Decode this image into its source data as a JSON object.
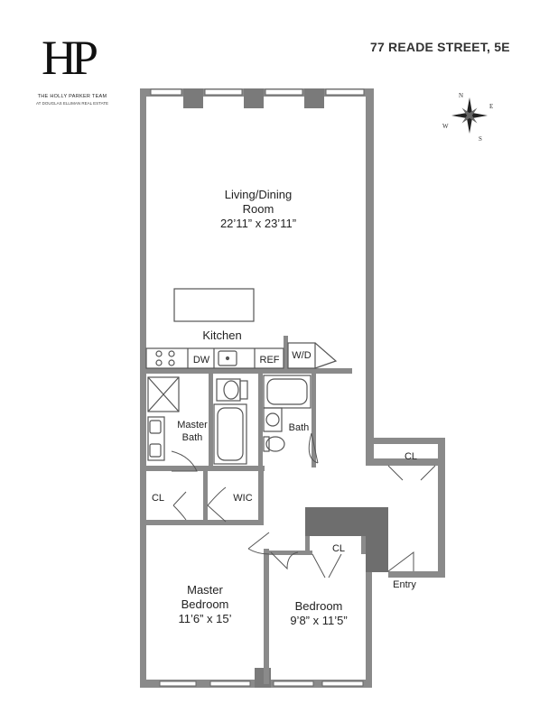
{
  "logo": {
    "mark": "HP",
    "team": "THE HOLLY PARKER TEAM",
    "firm": "AT DOUGLAS ELLIMAN REAL ESTATE"
  },
  "address": "77 READE STREET, 5E",
  "compass": {
    "n": "N",
    "e": "E",
    "s": "S",
    "w": "W"
  },
  "rooms": {
    "living": {
      "name_line1": "Living/Dining",
      "name_line2": "Room",
      "dims": "22’11” x 23’11”"
    },
    "kitchen": "Kitchen",
    "dw": "DW",
    "ref": "REF",
    "wd": "W/D",
    "master_bath_line1": "Master",
    "master_bath_line2": "Bath",
    "bath": "Bath",
    "cl_hall": "CL",
    "cl_master": "CL",
    "wic": "WIC",
    "cl_bedroom": "CL",
    "entry": "Entry",
    "master_bedroom": {
      "name_line1": "Master",
      "name_line2": "Bedroom",
      "dims": "11’6” x 15’"
    },
    "bedroom": {
      "name": "Bedroom",
      "dims": "9’8” x 11’5”"
    }
  },
  "colors": {
    "wall": "#8a8a8a",
    "wall_dark": "#6e6e6e",
    "line": "#555555"
  }
}
